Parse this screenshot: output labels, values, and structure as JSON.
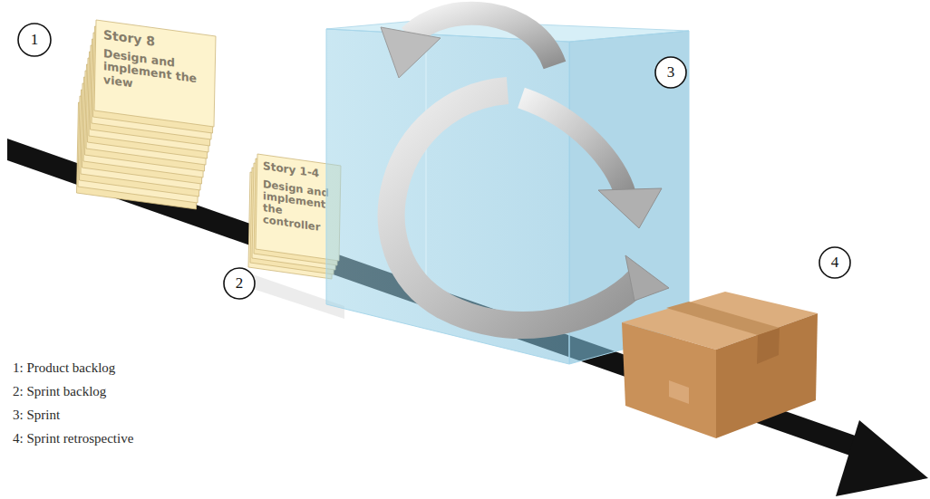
{
  "diagram": {
    "nodes": [
      {
        "text": [
          "1"
        ]
      },
      {
        "text": [
          "Story 8",
          "Design and implement the view"
        ]
      },
      {
        "text": [
          "Story 1-4",
          "Design and implement the controller"
        ]
      },
      {
        "text": [
          "2"
        ]
      },
      {
        "text": [
          "3"
        ]
      },
      {
        "text": [
          "4"
        ]
      }
    ],
    "labels": [
      "1: Product backlog",
      "2: Sprint backlog",
      "3: Sprint",
      "4: Sprint retrospective"
    ]
  }
}
